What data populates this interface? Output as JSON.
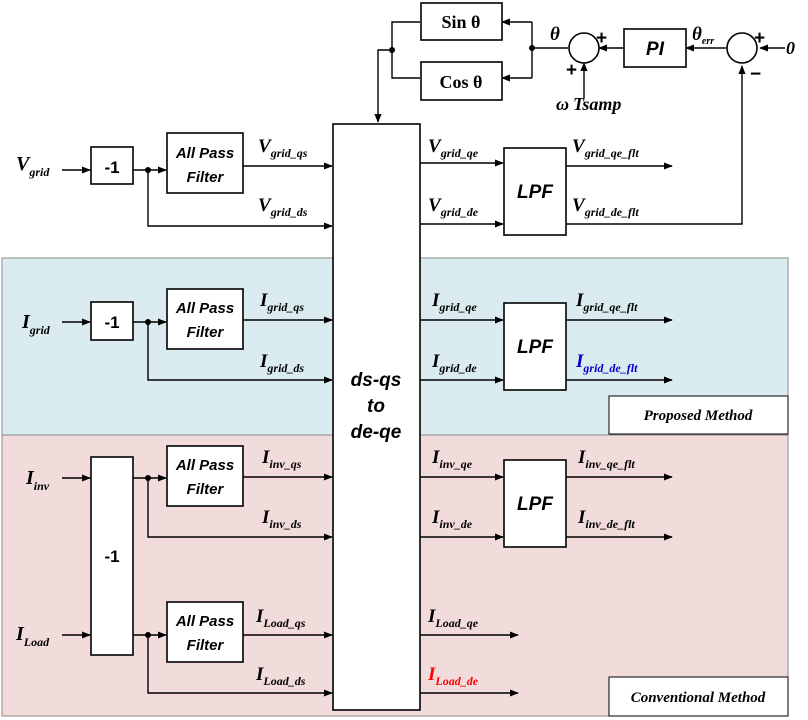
{
  "colors": {
    "proposed_bg": "#dbecf0",
    "conventional_bg": "#f2dcdb",
    "highlight_blue": "#0000cc",
    "highlight_red": "#ff0000"
  },
  "regions": {
    "proposed_label": "Proposed Method",
    "conventional_label": "Conventional Method"
  },
  "blocks": {
    "neg": "-1",
    "apf_line1": "All Pass",
    "apf_line2": "Filter",
    "lpf": "LPF",
    "pi": "PI",
    "sin": "Sin θ",
    "cos": "Cos θ",
    "transform_line1": "ds-qs",
    "transform_line2": "to",
    "transform_line3": "de-qe"
  },
  "pll": {
    "theta": "θ",
    "theta_err": "θ",
    "theta_err_sub": "err",
    "zero": "0",
    "omega": "ω",
    "tsamp": "Tsamp",
    "plus": "+",
    "minus": "−"
  },
  "signals": {
    "v_grid": {
      "main": "V",
      "sub": "grid"
    },
    "v_grid_qs": {
      "main": "V",
      "sub": "grid_qs"
    },
    "v_grid_ds": {
      "main": "V",
      "sub": "grid_ds"
    },
    "v_grid_qe": {
      "main": "V",
      "sub": "grid_qe"
    },
    "v_grid_de": {
      "main": "V",
      "sub": "grid_de"
    },
    "v_grid_qe_flt": {
      "main": "V",
      "sub": "grid_qe_flt"
    },
    "v_grid_de_flt": {
      "main": "V",
      "sub": "grid_de_flt"
    },
    "i_grid": {
      "main": "I",
      "sub": "grid"
    },
    "i_grid_qs": {
      "main": "I",
      "sub": "grid_qs"
    },
    "i_grid_ds": {
      "main": "I",
      "sub": "grid_ds"
    },
    "i_grid_qe": {
      "main": "I",
      "sub": "grid_qe"
    },
    "i_grid_de": {
      "main": "I",
      "sub": "grid_de"
    },
    "i_grid_qe_flt": {
      "main": "I",
      "sub": "grid_qe_flt"
    },
    "i_grid_de_flt": {
      "main": "I",
      "sub": "grid_de_flt"
    },
    "i_inv": {
      "main": "I",
      "sub": "inv"
    },
    "i_inv_qs": {
      "main": "I",
      "sub": "inv_qs"
    },
    "i_inv_ds": {
      "main": "I",
      "sub": "inv_ds"
    },
    "i_inv_qe": {
      "main": "I",
      "sub": "inv_qe"
    },
    "i_inv_de": {
      "main": "I",
      "sub": "inv_de"
    },
    "i_inv_qe_flt": {
      "main": "I",
      "sub": "inv_qe_flt"
    },
    "i_inv_de_flt": {
      "main": "I",
      "sub": "inv_de_flt"
    },
    "i_load": {
      "main": "I",
      "sub": "Load"
    },
    "i_load_qs": {
      "main": "I",
      "sub": "Load_qs"
    },
    "i_load_ds": {
      "main": "I",
      "sub": "Load_ds"
    },
    "i_load_qe": {
      "main": "I",
      "sub": "Load_qe"
    },
    "i_load_de": {
      "main": "I",
      "sub": "Load_de"
    }
  }
}
